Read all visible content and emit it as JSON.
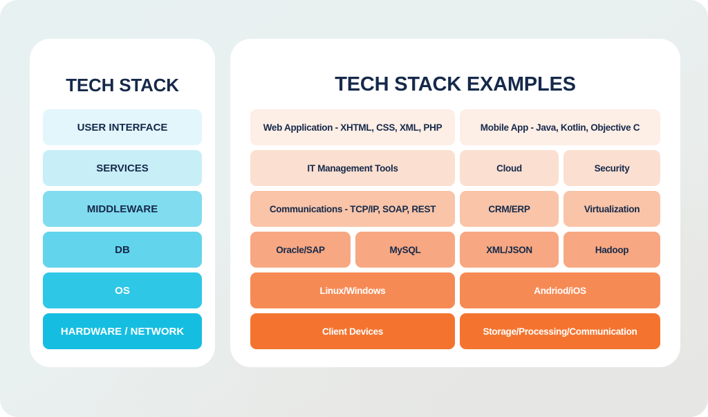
{
  "theme": {
    "background_start": "#e8f1f1",
    "background_end": "#e7e7e5",
    "panel_bg": "#ffffff",
    "title_color": "#15294a",
    "text_dark": "#15294a",
    "text_light": "#ffffff"
  },
  "left_panel": {
    "title": "TECH STACK",
    "layers": [
      {
        "label": "USER INTERFACE",
        "bg": "#e3f6fb",
        "fg": "#15294a"
      },
      {
        "label": "SERVICES",
        "bg": "#c8eef7",
        "fg": "#15294a"
      },
      {
        "label": "MIDDLEWARE",
        "bg": "#81dcef",
        "fg": "#15294a"
      },
      {
        "label": "DB",
        "bg": "#62d4ec",
        "fg": "#15294a"
      },
      {
        "label": "OS",
        "bg": "#2ec7e6",
        "fg": "#ffffff"
      },
      {
        "label": "HARDWARE / NETWORK",
        "bg": "#15bee1",
        "fg": "#ffffff"
      }
    ]
  },
  "right_panel": {
    "title": "TECH STACK EXAMPLES",
    "rows": [
      {
        "cells": [
          {
            "label": "Web Application - XHTML, CSS, XML, PHP",
            "bg": "#fdeee6",
            "fg": "#15294a",
            "flex": 296
          },
          {
            "label": "Mobile App - Java, Kotlin, Objective C",
            "bg": "#fdeee6",
            "fg": "#15294a",
            "flex": 290
          }
        ]
      },
      {
        "cells": [
          {
            "label": "IT Management Tools",
            "bg": "#fbdfd0",
            "fg": "#15294a",
            "flex": 296
          },
          {
            "label": "Cloud",
            "bg": "#fbdfd0",
            "fg": "#15294a",
            "flex": 143
          },
          {
            "label": "Security",
            "bg": "#fbdfd0",
            "fg": "#15294a",
            "flex": 140
          }
        ]
      },
      {
        "cells": [
          {
            "label": "Communications - TCP/IP, SOAP, REST",
            "bg": "#f9c4a8",
            "fg": "#15294a",
            "flex": 296
          },
          {
            "label": "CRM/ERP",
            "bg": "#f9c4a8",
            "fg": "#15294a",
            "flex": 143
          },
          {
            "label": "Virtualization",
            "bg": "#f9c4a8",
            "fg": "#15294a",
            "flex": 140
          }
        ]
      },
      {
        "cells": [
          {
            "label": "Oracle/SAP",
            "bg": "#f7a781",
            "fg": "#15294a",
            "flex": 145
          },
          {
            "label": "MySQL",
            "bg": "#f7a781",
            "fg": "#15294a",
            "flex": 144
          },
          {
            "label": "XML/JSON",
            "bg": "#f7a781",
            "fg": "#15294a",
            "flex": 143
          },
          {
            "label": "Hadoop",
            "bg": "#f7a781",
            "fg": "#15294a",
            "flex": 140
          }
        ]
      },
      {
        "cells": [
          {
            "label": "Linux/Windows",
            "bg": "#f68a55",
            "fg": "#ffffff",
            "flex": 296
          },
          {
            "label": "Andriod/iOS",
            "bg": "#f68a55",
            "fg": "#ffffff",
            "flex": 290
          }
        ]
      },
      {
        "cells": [
          {
            "label": "Client Devices",
            "bg": "#f4742f",
            "fg": "#ffffff",
            "flex": 296
          },
          {
            "label": "Storage/Processing/Communication",
            "bg": "#f4742f",
            "fg": "#ffffff",
            "flex": 290
          }
        ]
      }
    ]
  }
}
